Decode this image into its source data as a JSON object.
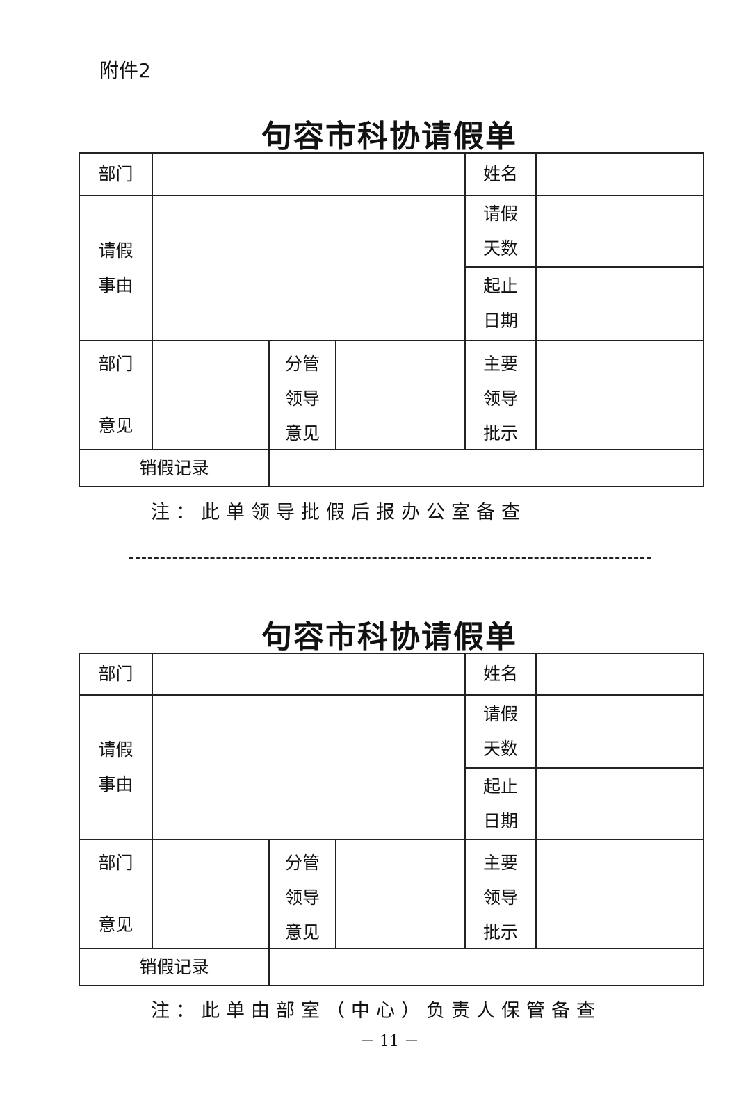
{
  "annex_label": "附件2",
  "forms": [
    {
      "title": "句容市科协请假单",
      "labels": {
        "department": "部门",
        "name": "姓名",
        "reason": [
          "请假",
          "事由"
        ],
        "days": [
          "请假",
          "天数"
        ],
        "period": [
          "起止",
          "日期"
        ],
        "dept_opinion": [
          "部门",
          "意见"
        ],
        "supervisor_opinion": [
          "分管",
          "领导",
          "意见"
        ],
        "leader_approval": [
          "主要",
          "领导",
          "批示"
        ],
        "cancel_record": "销假记录"
      },
      "note": "注：此单领导批假后报办公室备查"
    },
    {
      "title": "句容市科协请假单",
      "labels": {
        "department": "部门",
        "name": "姓名",
        "reason": [
          "请假",
          "事由"
        ],
        "days": [
          "请假",
          "天数"
        ],
        "period": [
          "起止",
          "日期"
        ],
        "dept_opinion": [
          "部门",
          "意见"
        ],
        "supervisor_opinion": [
          "分管",
          "领导",
          "意见"
        ],
        "leader_approval": [
          "主要",
          "领导",
          "批示"
        ],
        "cancel_record": "销假记录"
      },
      "note": "注：此单由部室（中心）负责人保管备查"
    }
  ],
  "page_number": "－ 11 －"
}
